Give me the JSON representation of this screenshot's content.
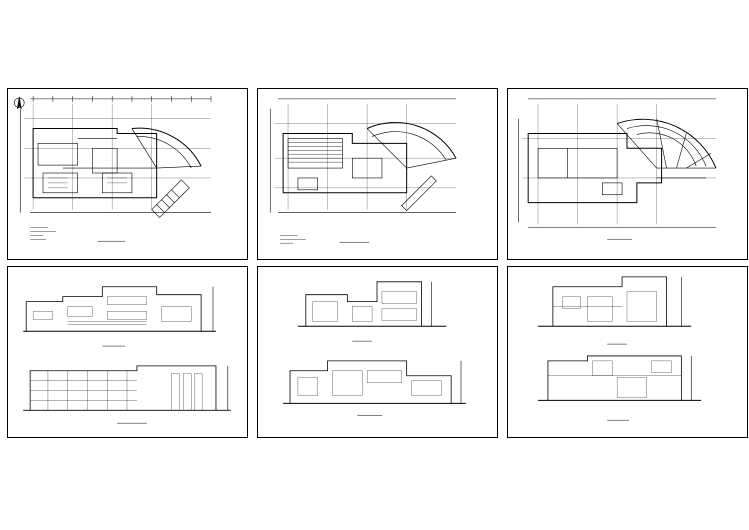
{
  "sheets": [
    {
      "id": "plan-ground",
      "kind": "floor-plan"
    },
    {
      "id": "plan-upper",
      "kind": "floor-plan"
    },
    {
      "id": "plan-roof",
      "kind": "floor-plan"
    },
    {
      "id": "elevations-a",
      "kind": "elevation"
    },
    {
      "id": "elevations-b",
      "kind": "elevation"
    },
    {
      "id": "sections",
      "kind": "section"
    }
  ],
  "colors": {
    "line": "#000000",
    "background": "#ffffff"
  }
}
